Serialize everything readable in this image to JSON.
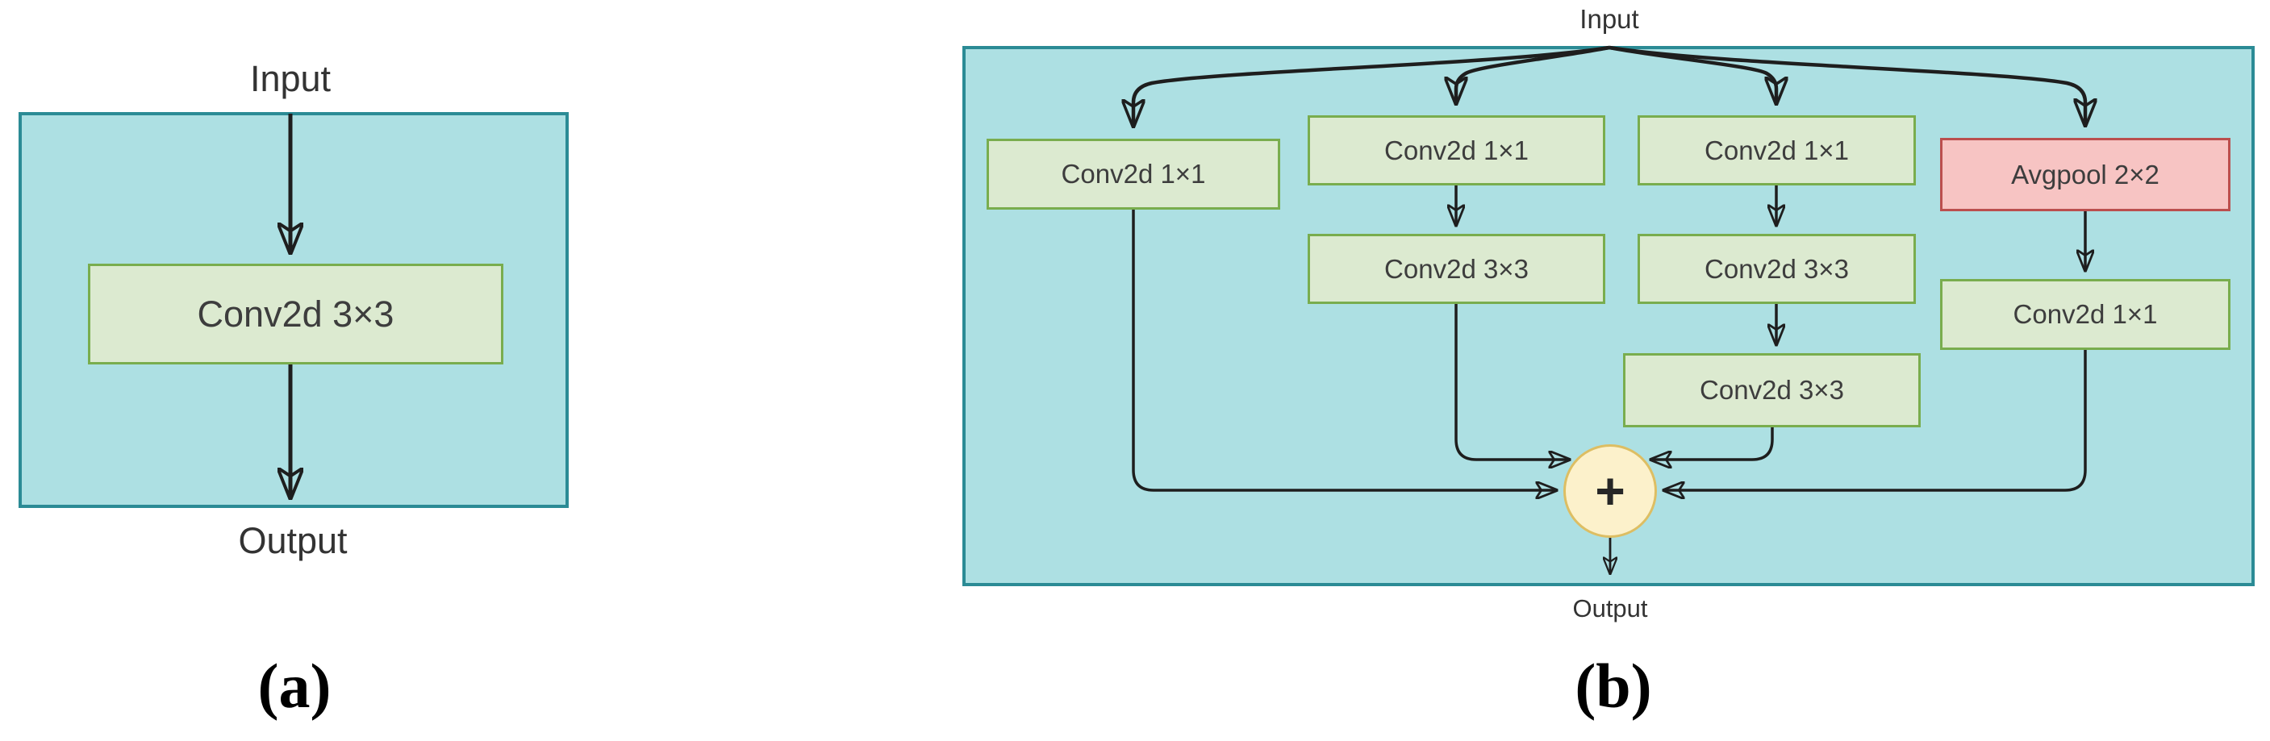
{
  "colors": {
    "panel-fill": "#ade0e3",
    "panel-border": "#2b8b95",
    "conv-fill": "#dcead0",
    "conv-border": "#79ad4e",
    "pool-fill": "#f7c4c3",
    "pool-border": "#bb4f4e",
    "sum-fill": "#fcf1cb",
    "sum-border": "#ddbe63",
    "arrow": "#1e1e1e",
    "text": "#3d3d3d"
  },
  "diagram_a": {
    "caption": "(a)",
    "input_label": "Input",
    "node_label": "Conv2d 3×3",
    "output_label": "Output"
  },
  "diagram_b": {
    "caption": "(b)",
    "input_label": "Input",
    "output_label": "Output",
    "sum_symbol": "+",
    "branch1": {
      "node1": "Conv2d 1×1"
    },
    "branch2": {
      "node1": "Conv2d 1×1",
      "node2": "Conv2d 3×3"
    },
    "branch3": {
      "node1": "Conv2d 1×1",
      "node2": "Conv2d 3×3",
      "node3": "Conv2d 3×3"
    },
    "branch4": {
      "node1": "Avgpool 2×2",
      "node2": "Conv2d 1×1"
    }
  }
}
